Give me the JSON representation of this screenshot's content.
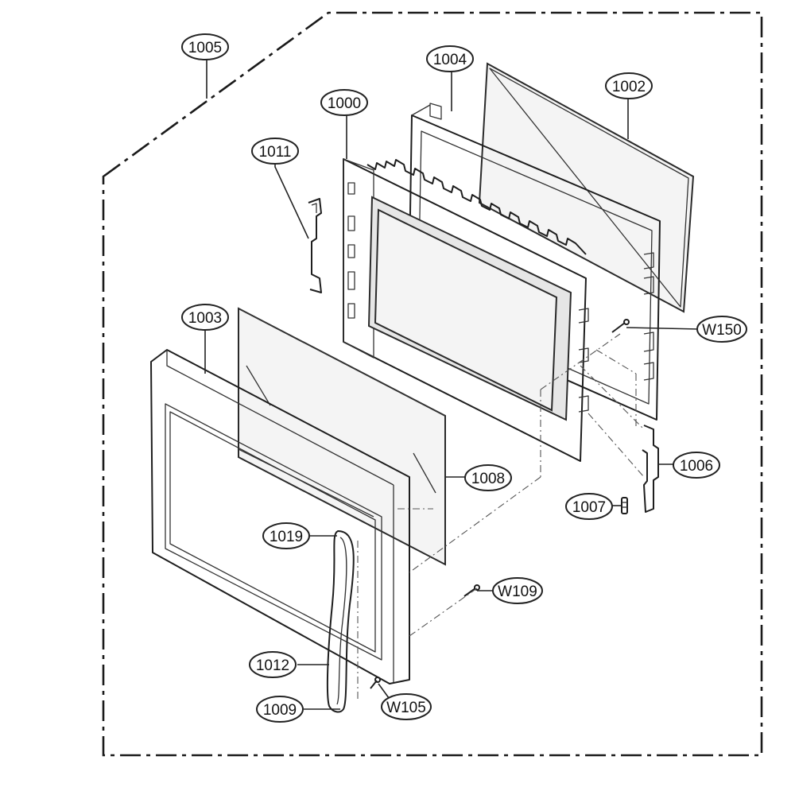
{
  "diagram": {
    "part_labels": {
      "p1005": "1005",
      "p1004": "1004",
      "p1002": "1002",
      "p1000": "1000",
      "p1011": "1011",
      "p1003": "1003",
      "pW150": "W150",
      "p1006": "1006",
      "p1008": "1008",
      "p1007": "1007",
      "p1019": "1019",
      "pW109": "W109",
      "p1012": "1012",
      "p1009": "1009",
      "pW105": "W105"
    }
  }
}
